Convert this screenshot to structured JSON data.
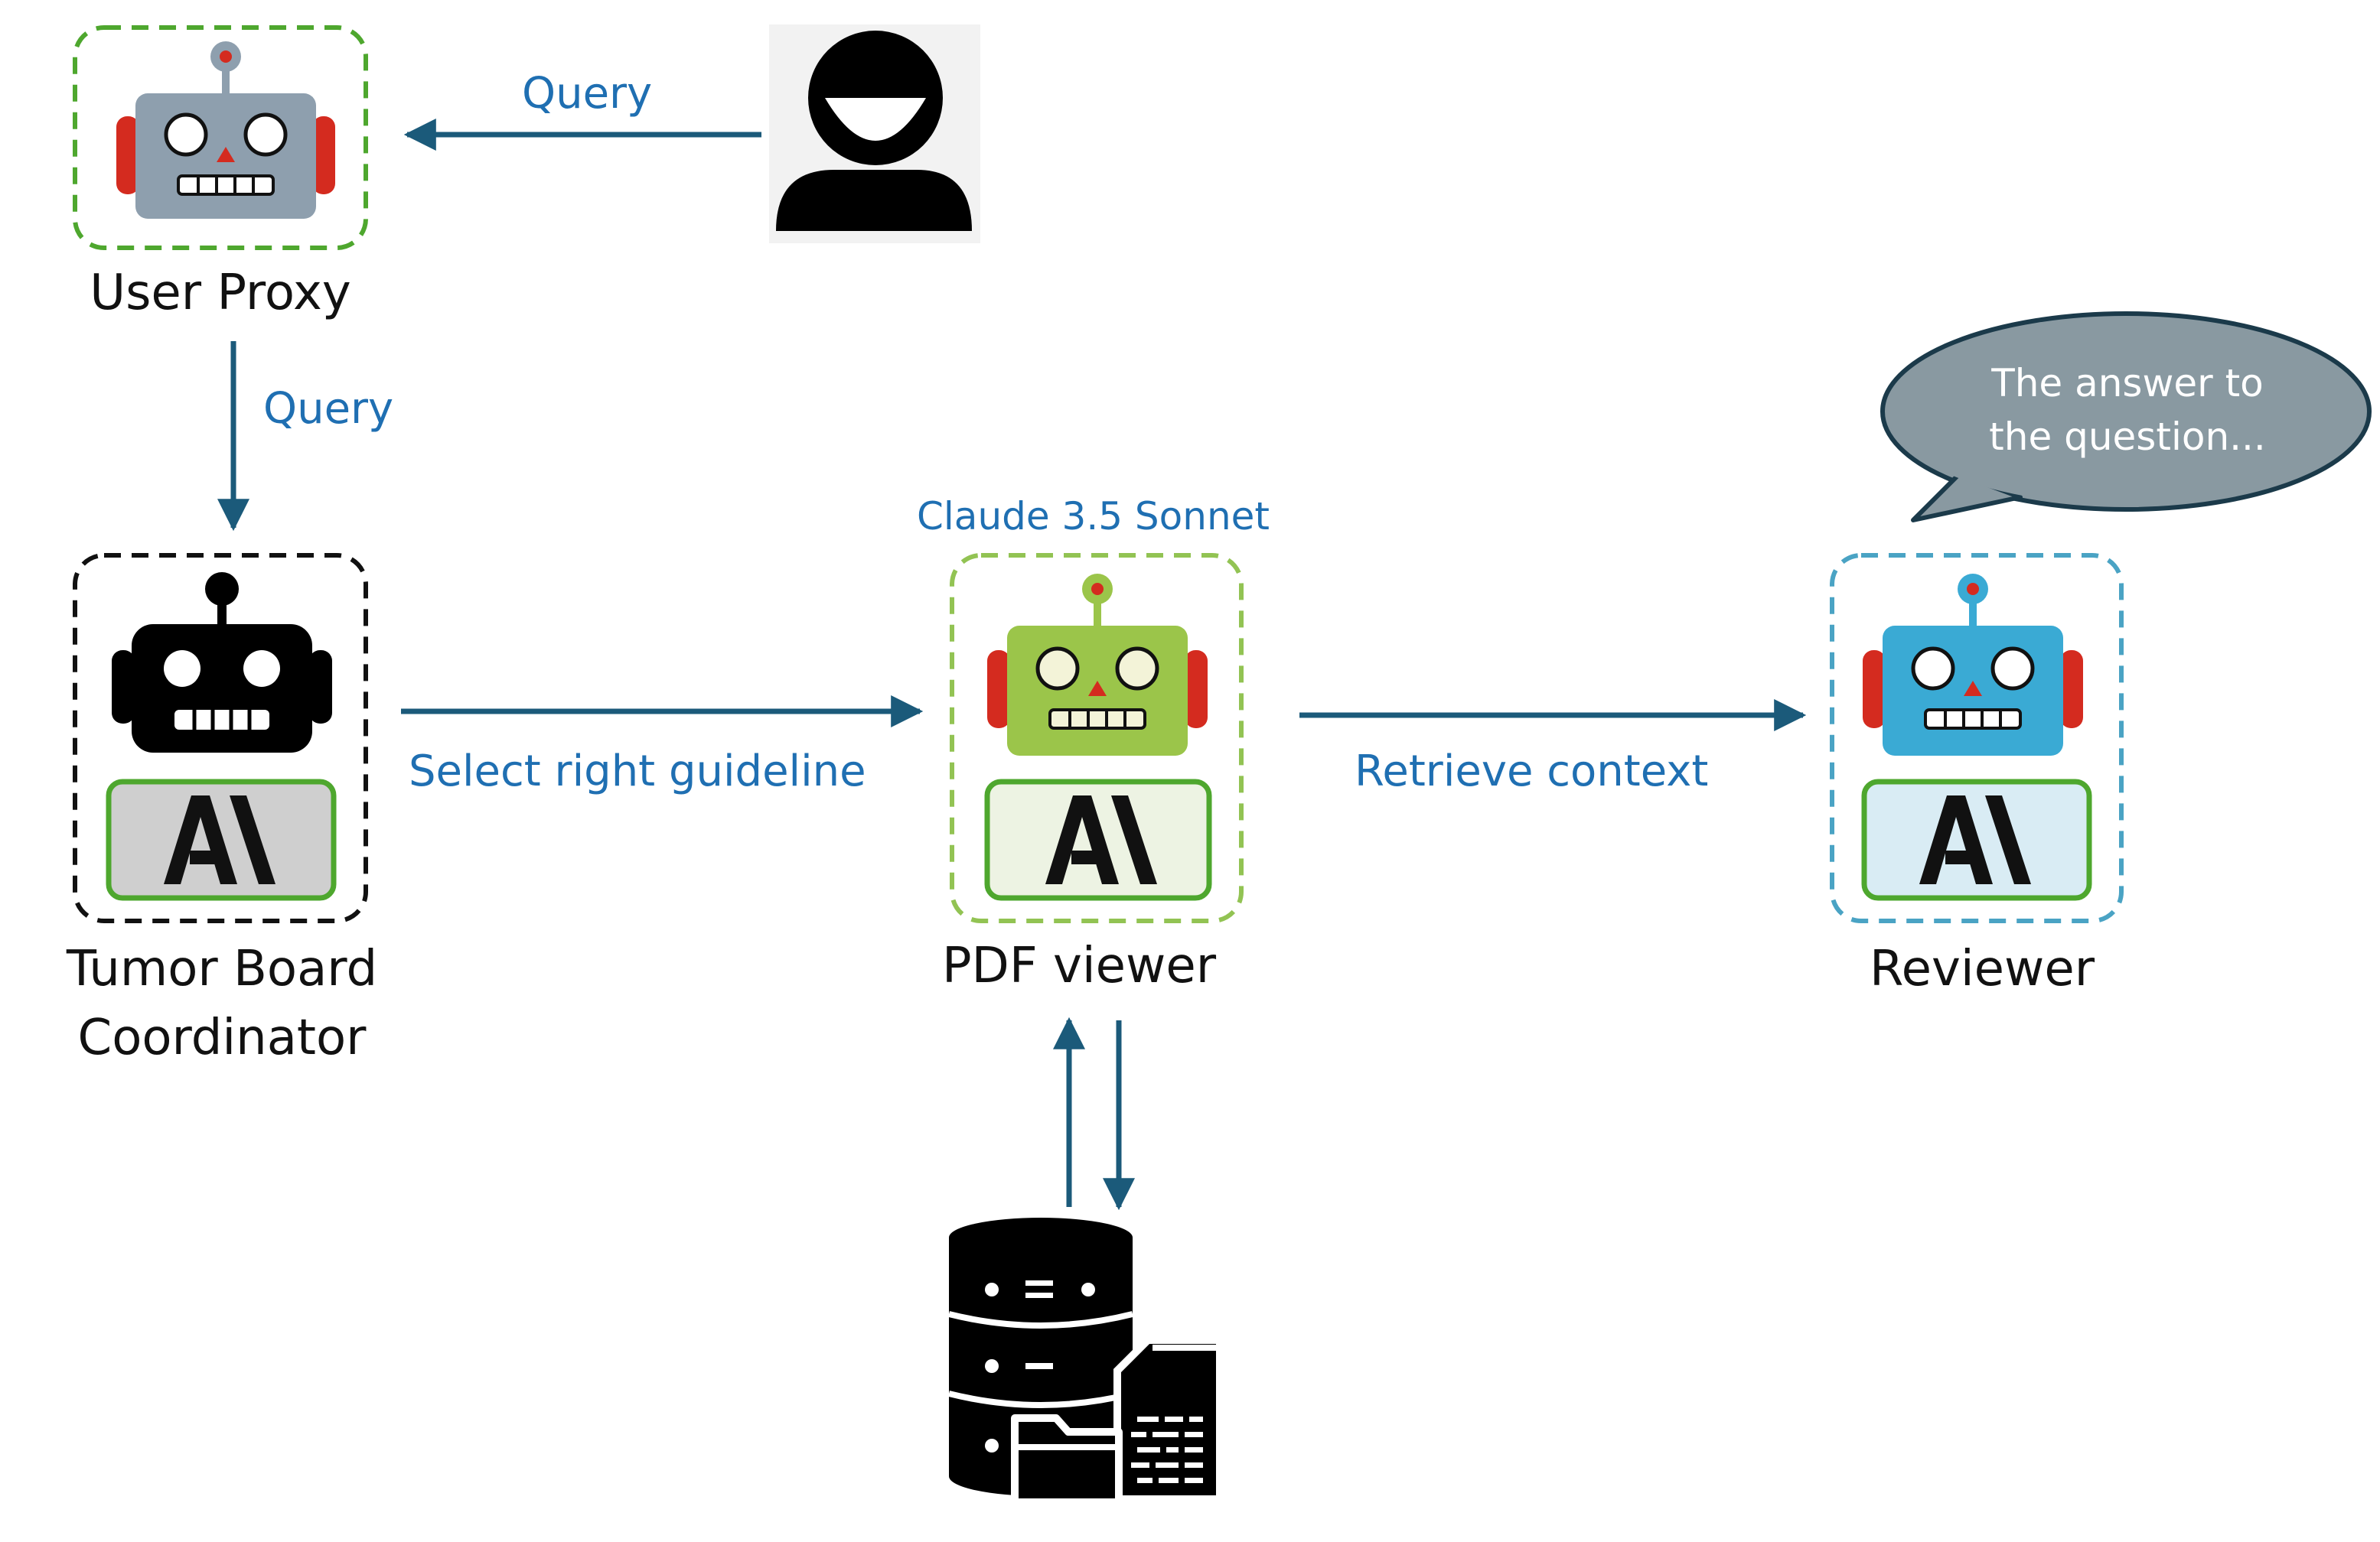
{
  "nodes": {
    "user_proxy": {
      "label": "User Proxy",
      "border_color": "#4ea72e"
    },
    "coordinator": {
      "label_line1": "Tumor Board",
      "label_line2": "Coordinator",
      "border_color": "#111111"
    },
    "pdf_viewer": {
      "label": "PDF viewer",
      "model": "Claude 3.5 Sonnet",
      "border_color": "#92c353"
    },
    "reviewer": {
      "label": "Reviewer",
      "border_color": "#4aa3c4"
    }
  },
  "edges": {
    "user_to_proxy": "Query",
    "proxy_to_coordinator": "Query",
    "coordinator_to_pdf": "Select right guideline",
    "pdf_to_reviewer": "Retrieve context"
  },
  "bubble": {
    "line1": "The answer to",
    "line2": "the question..."
  },
  "colors": {
    "arrow": "#1b5a7a",
    "edge_text": "#1f6fb2",
    "robot_gray": "#8e9fae",
    "robot_black": "#000000",
    "robot_green": "#9bc54a",
    "robot_blue": "#3aaad4",
    "ear_red": "#d42b1f",
    "bubble_fill": "#8999a1"
  },
  "icons": [
    "robot-icon",
    "user-icon",
    "anthropic-logo-icon",
    "database-icon",
    "document-icon",
    "folder-icon",
    "speech-bubble-icon"
  ]
}
